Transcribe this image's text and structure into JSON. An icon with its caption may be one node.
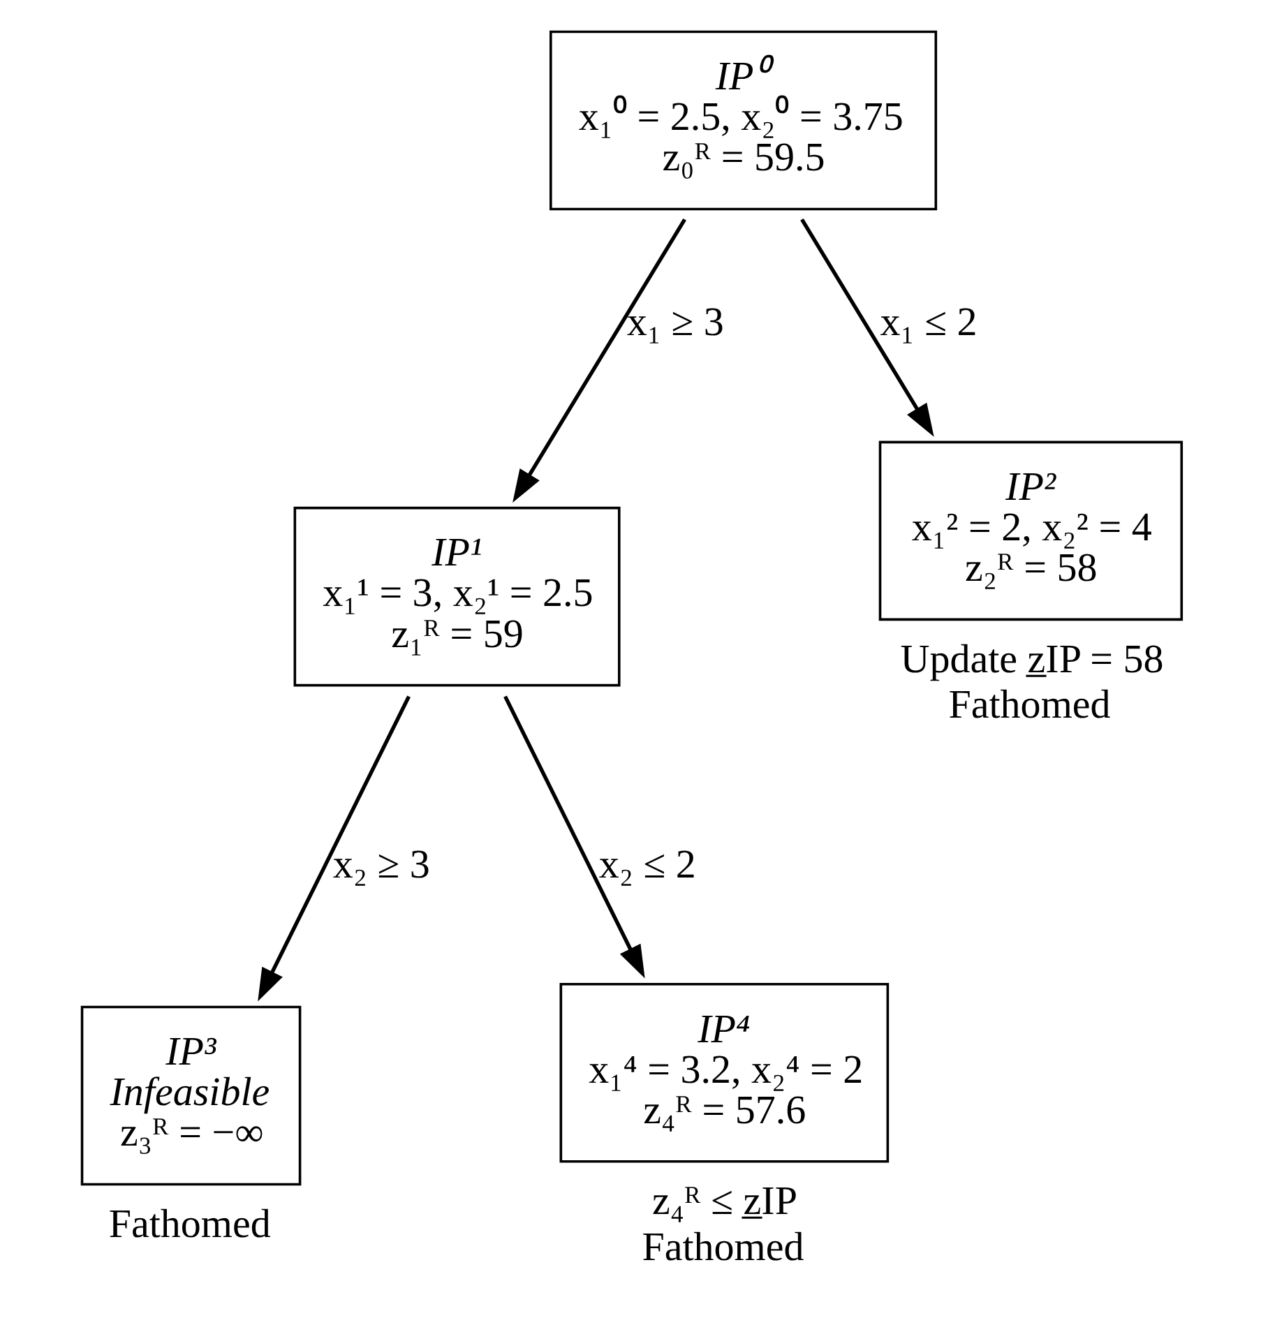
{
  "diagram": {
    "nodes": [
      {
        "text": [
          "IP⁰",
          "x₁⁰ = 2.5, x₂⁰ = 3.75",
          "z₀ᴿ = 59.5"
        ]
      },
      {
        "text": [
          "IP¹",
          "x₁¹ = 3, x₂¹ = 2.5",
          "z₁ᴿ = 59"
        ]
      },
      {
        "text": [
          "IP²",
          "x₁² = 2, x₂² = 4",
          "z₂ᴿ = 58"
        ],
        "beside": [
          "Update z̲IP = 58",
          "Fathomed"
        ]
      },
      {
        "text": [
          "IP³",
          "Infeasible",
          "z₃ᴿ = −∞"
        ],
        "beside": [
          "Fathomed"
        ]
      },
      {
        "text": [
          "IP⁴",
          "x₁⁴ = 3.2, x₂⁴ = 2",
          "z₄ᴿ = 57.6"
        ],
        "beside": [
          "z₄ᴿ ≤ z̲IP",
          "Fathomed"
        ]
      }
    ],
    "edges": [
      {
        "from": 0,
        "to": 1,
        "arrow": "to",
        "label": "x₁ ≥ 3"
      },
      {
        "from": 0,
        "to": 2,
        "arrow": "to",
        "label": "x₁ ≤ 2"
      },
      {
        "from": 1,
        "to": 3,
        "arrow": "to",
        "label": "x₂ ≥ 3"
      },
      {
        "from": 1,
        "to": 4,
        "arrow": "to",
        "label": "x₂ ≤ 2"
      }
    ]
  }
}
